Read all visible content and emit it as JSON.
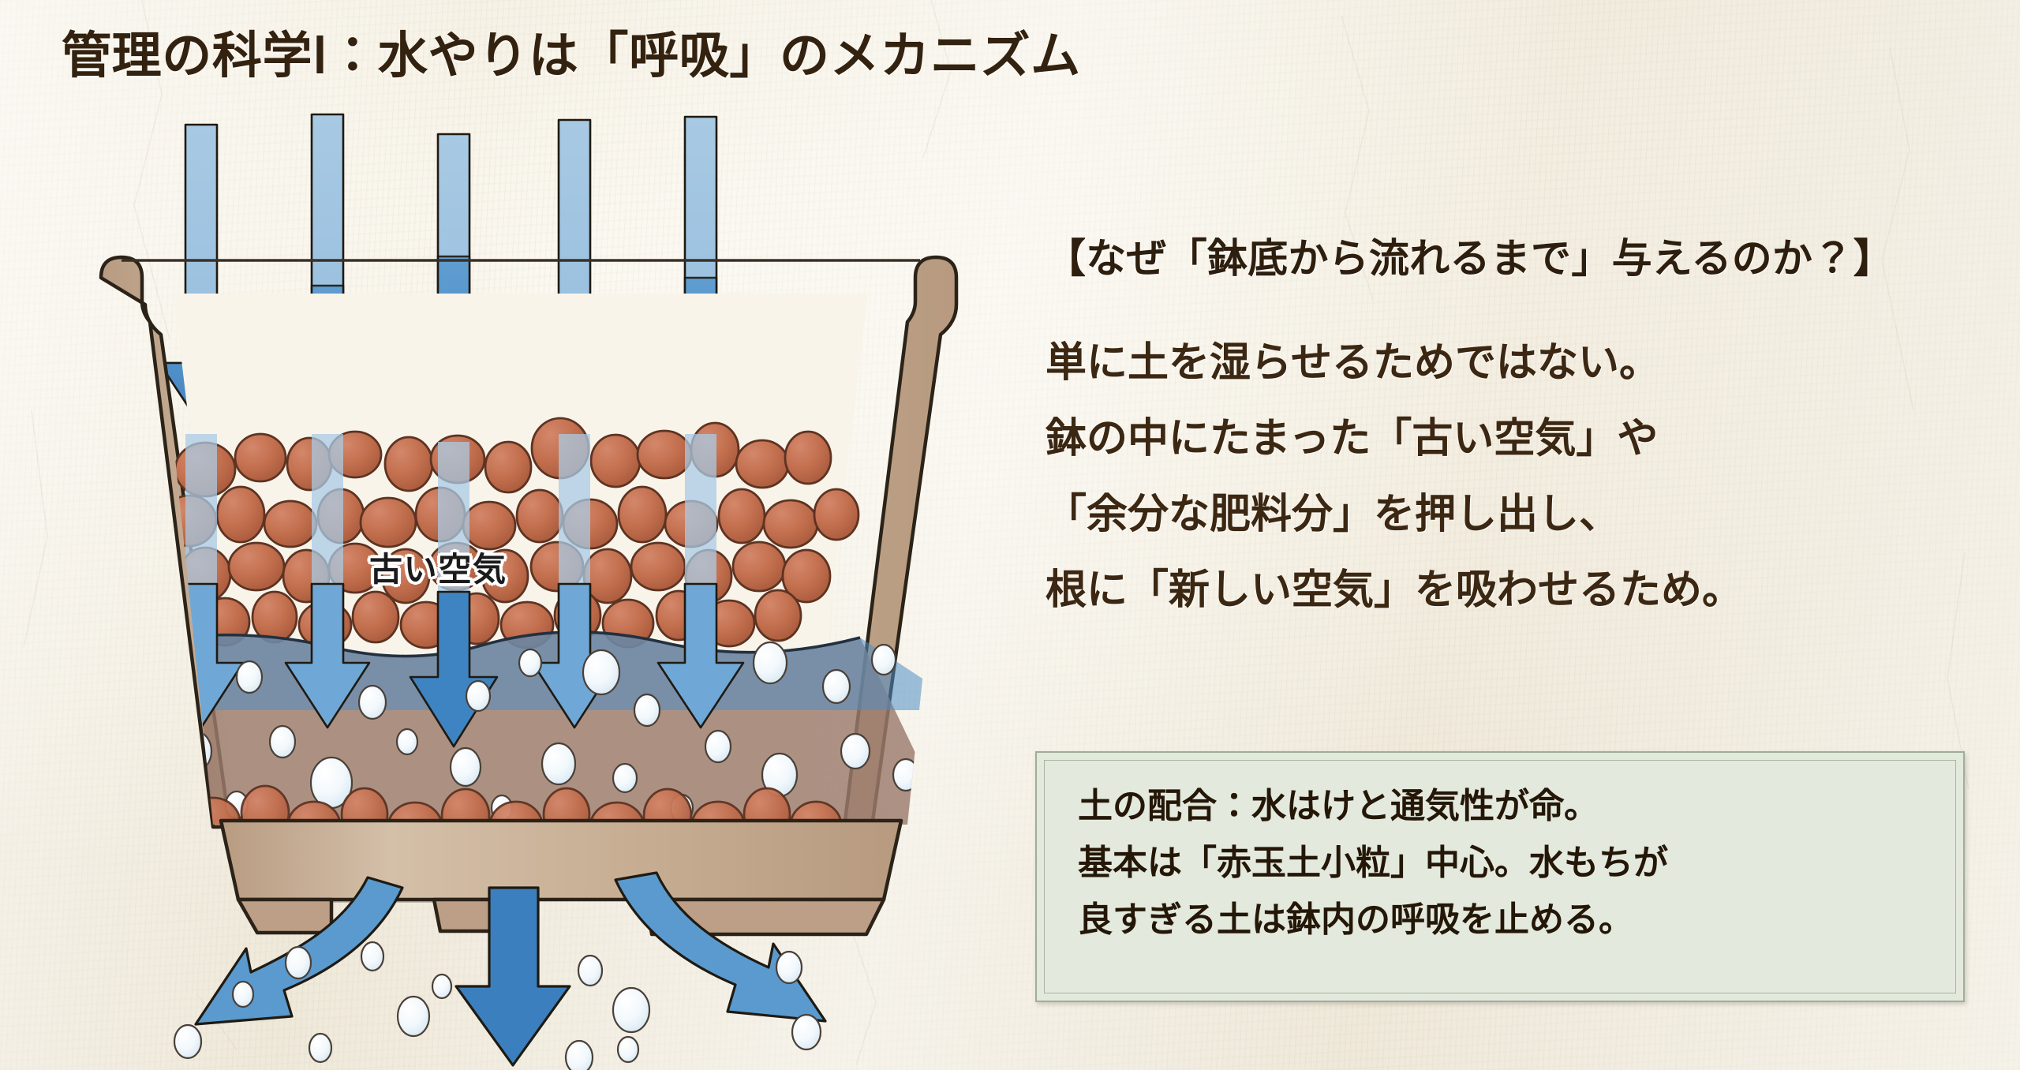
{
  "slide": {
    "title": "管理の科学Ⅰ：水やりは「呼吸」のメカニズム",
    "background_color": "#f6f2e6",
    "title_color": "#33220f"
  },
  "right_panel": {
    "question": "【なぜ「鉢底から流れるまで」与えるのか？】",
    "body_lines": [
      "単に土を湿らせるためではない。",
      "鉢の中にたまった「古い空気」や",
      "「余分な肥料分」を押し出し、",
      "根に「新しい空気」を吸わせるため。"
    ]
  },
  "note_box": {
    "background_color": "#e3e9dd",
    "border_color": "#9fae98",
    "lines": [
      "土の配合：水はけと通気性が命。",
      "基本は「赤玉土小粒」中心。水もちが",
      "良すぎる土は鉢内の呼吸を止める。"
    ]
  },
  "diagram": {
    "label_old_air": "古い空気",
    "colors": {
      "pot_body": "#c5ab93",
      "pot_outline": "#2c2318",
      "soil_granule": "#c0694a",
      "soil_granule_outline": "#5e3322",
      "wet_soil_overlay": "#9e7d6e",
      "water_blue": "#3a7ebf",
      "water_light": "#a9cbe4",
      "bubble": "#eef6fb"
    },
    "elements": {
      "inflow_arrows": 5,
      "midflow_arrows": 5,
      "outflow_arrows": 3,
      "air_bubbles_inside": 26,
      "water_droplets_below": 13
    }
  }
}
